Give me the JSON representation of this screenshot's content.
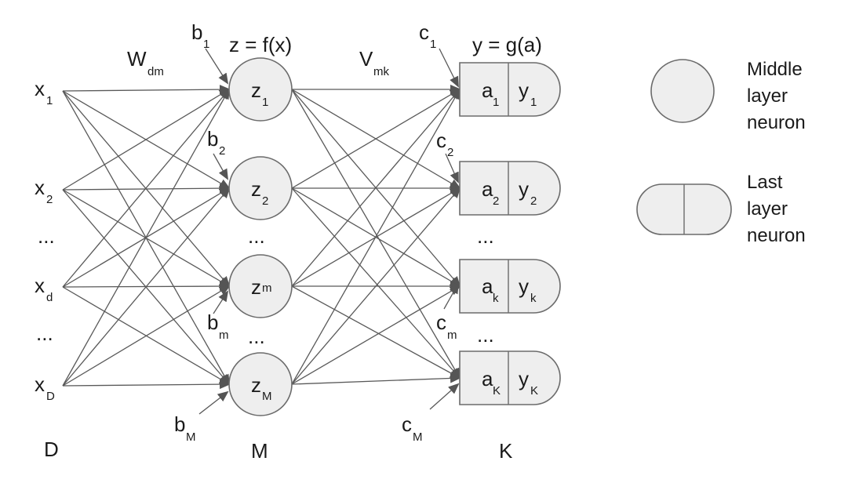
{
  "layers": {
    "input": {
      "label": "D",
      "nodes": [
        {
          "main": "x",
          "sub": "1"
        },
        {
          "main": "x",
          "sub": "2"
        },
        {
          "main": "x",
          "sub": "d"
        },
        {
          "main": "x",
          "sub": "D"
        }
      ],
      "ellipses": [
        "...",
        "..."
      ]
    },
    "middle": {
      "label": "M",
      "function": "z = f(x)",
      "nodes": [
        {
          "main": "z",
          "sub": "1"
        },
        {
          "main": "z",
          "sub": "2"
        },
        {
          "main": "z",
          "sub": "m"
        },
        {
          "main": "z",
          "sub": "M"
        }
      ],
      "biases": [
        {
          "main": "b",
          "sub": "1"
        },
        {
          "main": "b",
          "sub": "2"
        },
        {
          "main": "b",
          "sub": "m"
        },
        {
          "main": "b",
          "sub": "M"
        }
      ],
      "ellipses": [
        "...",
        "..."
      ]
    },
    "output": {
      "label": "K",
      "function": "y = g(a)",
      "nodes": [
        {
          "a": "a",
          "a_sub": "1",
          "y": "y",
          "y_sub": "1"
        },
        {
          "a": "a",
          "a_sub": "2",
          "y": "y",
          "y_sub": "2"
        },
        {
          "a": "a",
          "a_sub": "k",
          "y": "y",
          "y_sub": "k"
        },
        {
          "a": "a",
          "a_sub": "K",
          "y": "y",
          "y_sub": "K"
        }
      ],
      "biases": [
        {
          "main": "c",
          "sub": "1"
        },
        {
          "main": "c",
          "sub": "2"
        },
        {
          "main": "c",
          "sub": "m"
        },
        {
          "main": "c",
          "sub": "M"
        }
      ],
      "ellipses": [
        "...",
        "..."
      ]
    }
  },
  "weights": {
    "input_to_middle": {
      "main": "W",
      "sub": "dm"
    },
    "middle_to_output": {
      "main": "V",
      "sub": "mk"
    }
  },
  "legend": {
    "middle": {
      "line1": "Middle",
      "line2": "layer",
      "line3": "neuron"
    },
    "last": {
      "line1": "Last",
      "line2": "layer",
      "line3": "neuron"
    }
  },
  "colors": {
    "node_fill": "#eeeeee",
    "node_stroke": "#6b6b6b",
    "edge": "#595959",
    "text": "#1a1a1a"
  }
}
